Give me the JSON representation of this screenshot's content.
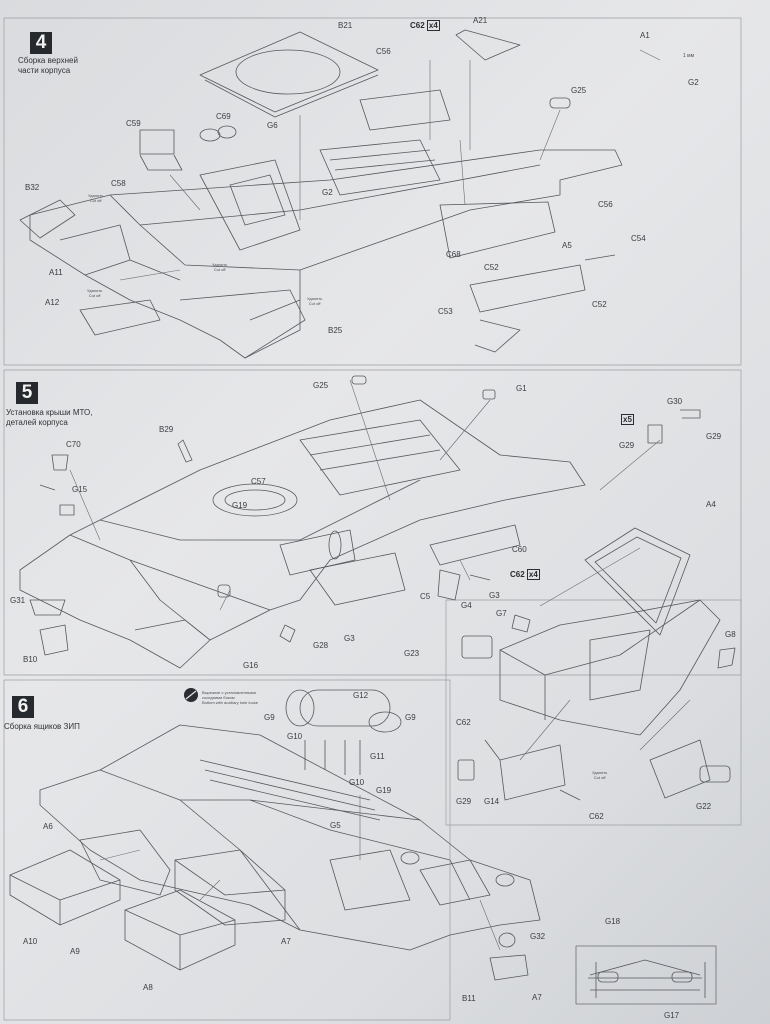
{
  "steps": [
    {
      "number": "4",
      "title": "Сборка верхней\nчасти корпуса"
    },
    {
      "number": "5",
      "title": "Установка крыши МТО,\nдеталей корпуса"
    },
    {
      "number": "6",
      "title": "Сборка ящиков ЗИП"
    }
  ],
  "quantities": {
    "c62_step4": "x4",
    "step5_x5": "x5",
    "c62_step5": "x4"
  },
  "cut_note": "Удалить\nCut off",
  "notch_note": "Вырежьте с установленными\nсоседними боком\nBottom with auxiliary hole loose",
  "dimension": "1 мм",
  "colors": {
    "paper": "#e3e4e6",
    "ink": "#3a3d42",
    "badge": "#26292d"
  },
  "parts_step4": [
    "B21",
    "C62",
    "A21",
    "A1",
    "C56",
    "G2",
    "C59",
    "C69",
    "G6",
    "G25",
    "B32",
    "C58",
    "G2",
    "C56",
    "C54",
    "A11",
    "C68",
    "A5",
    "C52",
    "A12",
    "C53",
    "C52",
    "B25"
  ],
  "parts_step5": [
    "G25",
    "G1",
    "G30",
    "C70",
    "B29",
    "G29",
    "G29",
    "C57",
    "A4",
    "G15",
    "G19",
    "C60",
    "C62",
    "G31",
    "C5",
    "G4",
    "G3",
    "G7",
    "G8",
    "B10",
    "G3",
    "G28",
    "G16",
    "G23"
  ],
  "parts_step6": [
    "G12",
    "G9",
    "G9",
    "G10",
    "G11",
    "C62",
    "G10",
    "G19",
    "G5",
    "A6",
    "G29",
    "G14",
    "G22",
    "C62",
    "G32",
    "A10",
    "A9",
    "A7",
    "G18",
    "A8",
    "B11",
    "A7",
    "G17"
  ]
}
